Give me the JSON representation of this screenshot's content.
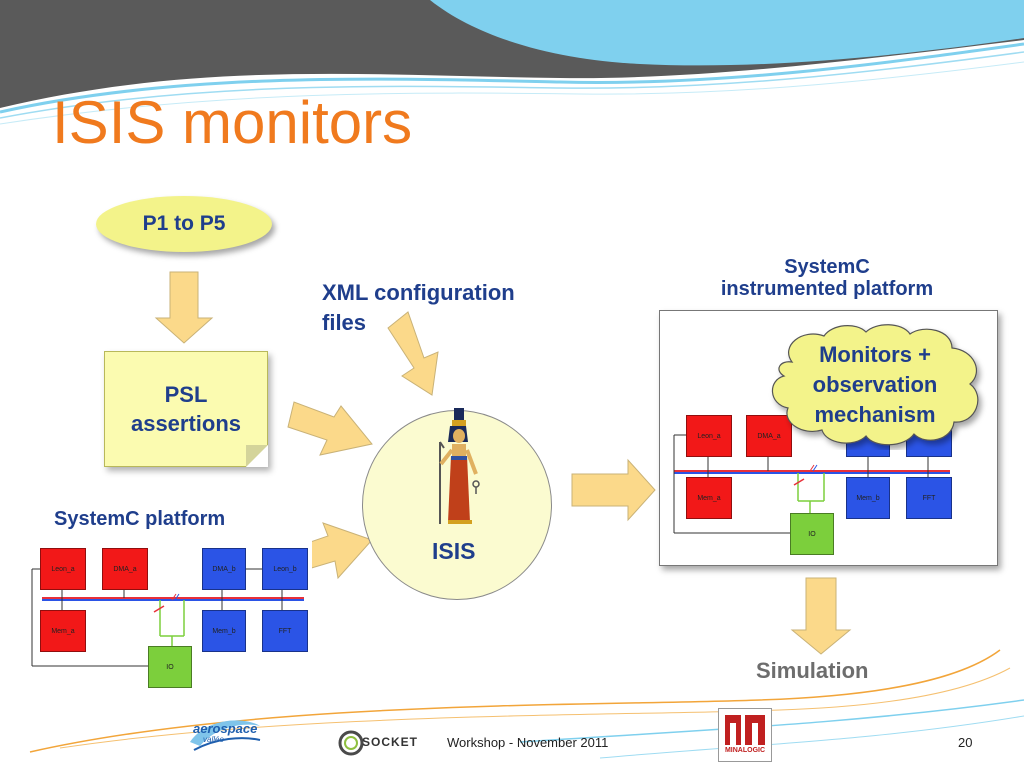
{
  "slide": {
    "title": "ISIS monitors",
    "page_number": "20",
    "footer": "Workshop - November 2011"
  },
  "diagram": {
    "p1_p5": "P1 to P5",
    "psl_line1": "PSL",
    "psl_line2": "assertions",
    "xml_line1": "XML configuration",
    "xml_line2": "files",
    "isis_label": "ISIS",
    "systemc_platform_label": "SystemC platform",
    "instrumented_line1": "SystemC",
    "instrumented_line2": "instrumented platform",
    "monitors_line1": "Monitors +",
    "monitors_line2": "observation",
    "monitors_line3": "mechanism",
    "simulation_label": "Simulation"
  },
  "platform_blocks": {
    "leon_a": "Leon_a",
    "dma_a": "DMA_a",
    "dma_b": "DMA_b",
    "leon_b": "Leon_b",
    "mem_a": "Mem_a",
    "mem_b": "Mem_b",
    "fft": "FFT",
    "io": "IO"
  },
  "logos": {
    "aerospace": "aerospace",
    "aerospace_sub": "vallée",
    "socket": "SOCKET",
    "minalogic": "MINALOGIC"
  },
  "colors": {
    "title": "#f07a1e",
    "label_blue": "#1f3e8c",
    "arrow_fill": "#fbd98a",
    "block_red": "#f21818",
    "block_blue": "#2b54e6",
    "block_green": "#7ccf3c"
  }
}
